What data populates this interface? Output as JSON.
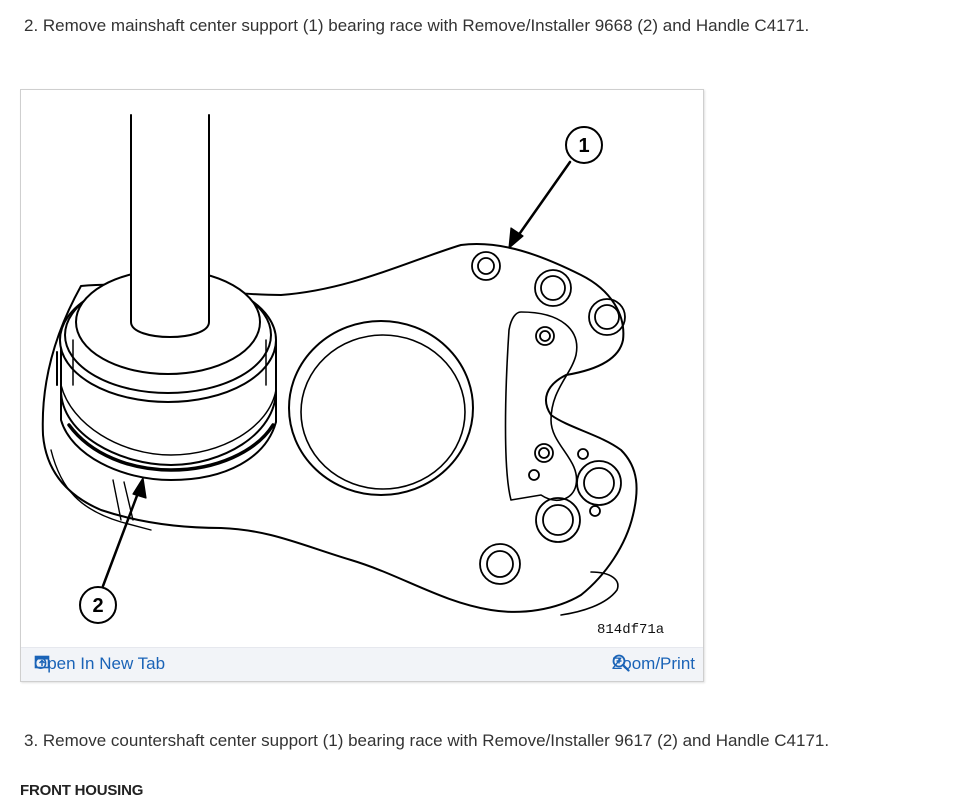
{
  "steps": {
    "step2": "2. Remove mainshaft center support (1) bearing race with Remove/Installer 9668 (2) and Handle C4171.",
    "step3": "3. Remove countershaft center support (1) bearing race with Remove/Installer 9617 (2) and Handle C4171."
  },
  "figure": {
    "code": "814df71a",
    "callout_1": "1",
    "callout_2": "2",
    "open_new_tab": "Open In New Tab",
    "zoom_print": "Zoom/Print",
    "link_color": "#1a63b7"
  },
  "section_heading": "FRONT HOUSING"
}
